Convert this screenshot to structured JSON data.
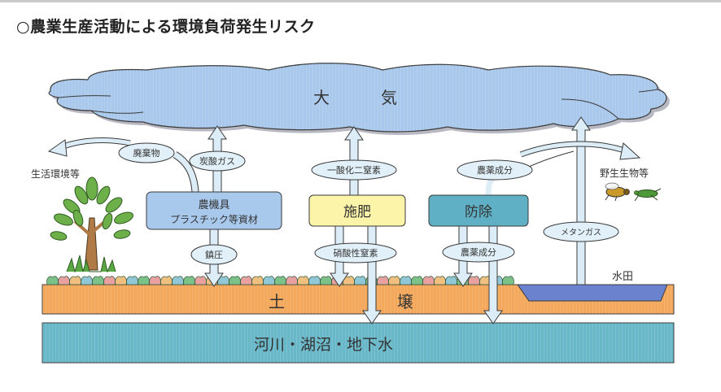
{
  "title": "○農業生産活動による環境負荷発生リスク",
  "colors": {
    "cloud": "#a9c8ec",
    "arrow": "#dcedf7",
    "ellipse": "#e2f1f9",
    "machinery_box": "#a9c9ec",
    "fertilizer_box": "#fbf4a9",
    "pest_box": "#5fb0c4",
    "soil": "#f4a85c",
    "water_layer": "#69b8c9",
    "paddy_water": "#6b82cf",
    "outline": "#3a3a3a"
  },
  "cloud": {
    "label_1": "大",
    "label_2": "気"
  },
  "left": {
    "living_env_label": "生活環境等",
    "waste_label": "廃棄物"
  },
  "machinery": {
    "box_line_1": "農機具",
    "box_line_2": "プラスチック等資材",
    "up_label": "炭酸ガス",
    "down_label": "鎮圧"
  },
  "fertilizer": {
    "box_label": "施肥",
    "up_label": "一酸化二窒素",
    "down_label": "硝酸性窒素"
  },
  "pest_control": {
    "box_label": "防除",
    "up_label": "農薬成分",
    "down_label": "農薬成分"
  },
  "paddy": {
    "label": "水田",
    "gas_label": "メタンガス",
    "wildlife_label": "野生生物等"
  },
  "soil": {
    "label_1": "土",
    "label_2": "壌"
  },
  "water": {
    "label": "河川・湖沼・地下水"
  }
}
